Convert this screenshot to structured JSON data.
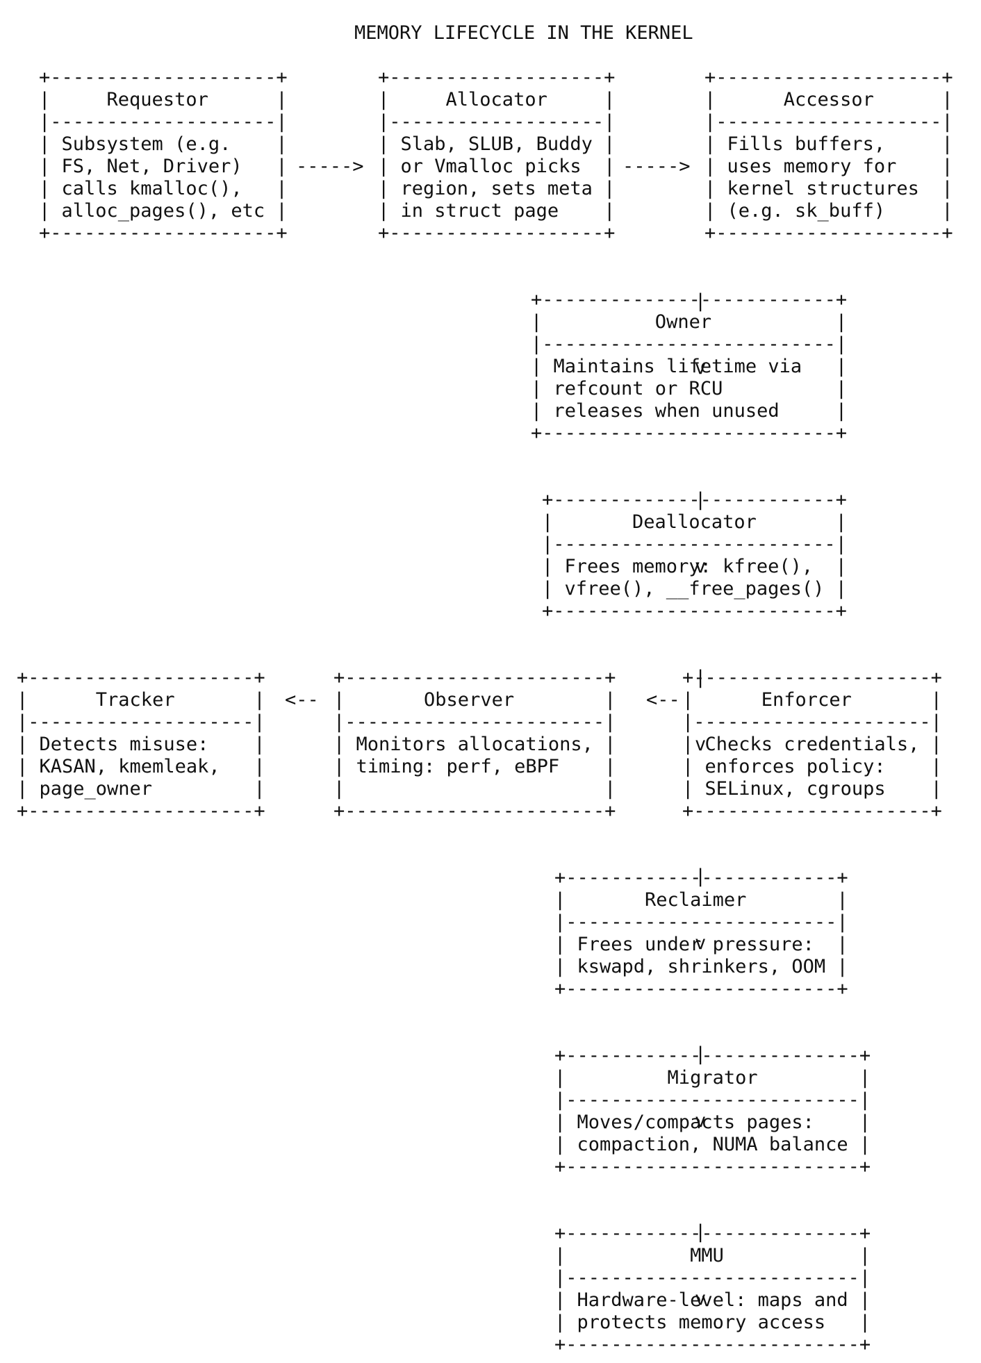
{
  "title": "MEMORY LIFECYCLE IN THE KERNEL",
  "boxes": [
    {
      "id": "requestor",
      "title": "Requestor",
      "lines": [
        "Subsystem (e.g.",
        "FS, Net, Driver)",
        "calls kmalloc(),",
        "alloc_pages(), etc"
      ]
    },
    {
      "id": "allocator",
      "title": "Allocator",
      "lines": [
        "Slab, SLUB, Buddy",
        "or Vmalloc picks",
        "region, sets meta",
        "in struct page"
      ]
    },
    {
      "id": "accessor",
      "title": "Accessor",
      "lines": [
        "Fills buffers,",
        "uses memory for",
        "kernel structures",
        "(e.g. sk_buff)"
      ]
    },
    {
      "id": "owner",
      "title": "Owner",
      "lines": [
        "Maintains lifetime via",
        "refcount or RCU",
        "releases when unused"
      ]
    },
    {
      "id": "deallocator",
      "title": "Deallocator",
      "lines": [
        "Frees memory: kfree(),",
        "vfree(), __free_pages()"
      ]
    },
    {
      "id": "tracker",
      "title": "Tracker",
      "lines": [
        "Detects misuse:",
        "KASAN, kmemleak,",
        "page_owner"
      ]
    },
    {
      "id": "observer",
      "title": "Observer",
      "lines": [
        "Monitors allocations,",
        "timing: perf, eBPF",
        ""
      ]
    },
    {
      "id": "enforcer",
      "title": "Enforcer",
      "lines": [
        "Checks credentials,",
        "enforces policy:",
        "SELinux, cgroups"
      ]
    },
    {
      "id": "reclaimer",
      "title": "Reclaimer",
      "lines": [
        "Frees under pressure:",
        "kswapd, shrinkers, OOM"
      ]
    },
    {
      "id": "migrator",
      "title": "Migrator",
      "lines": [
        "Moves/compacts pages:",
        "compaction, NUMA balance"
      ]
    },
    {
      "id": "mmu",
      "title": "MMU",
      "lines": [
        "Hardware-level: maps and",
        "protects memory access"
      ]
    }
  ],
  "arrows": {
    "right": "----->",
    "left": "<--",
    "down_stem": "|",
    "down_head": "v"
  }
}
